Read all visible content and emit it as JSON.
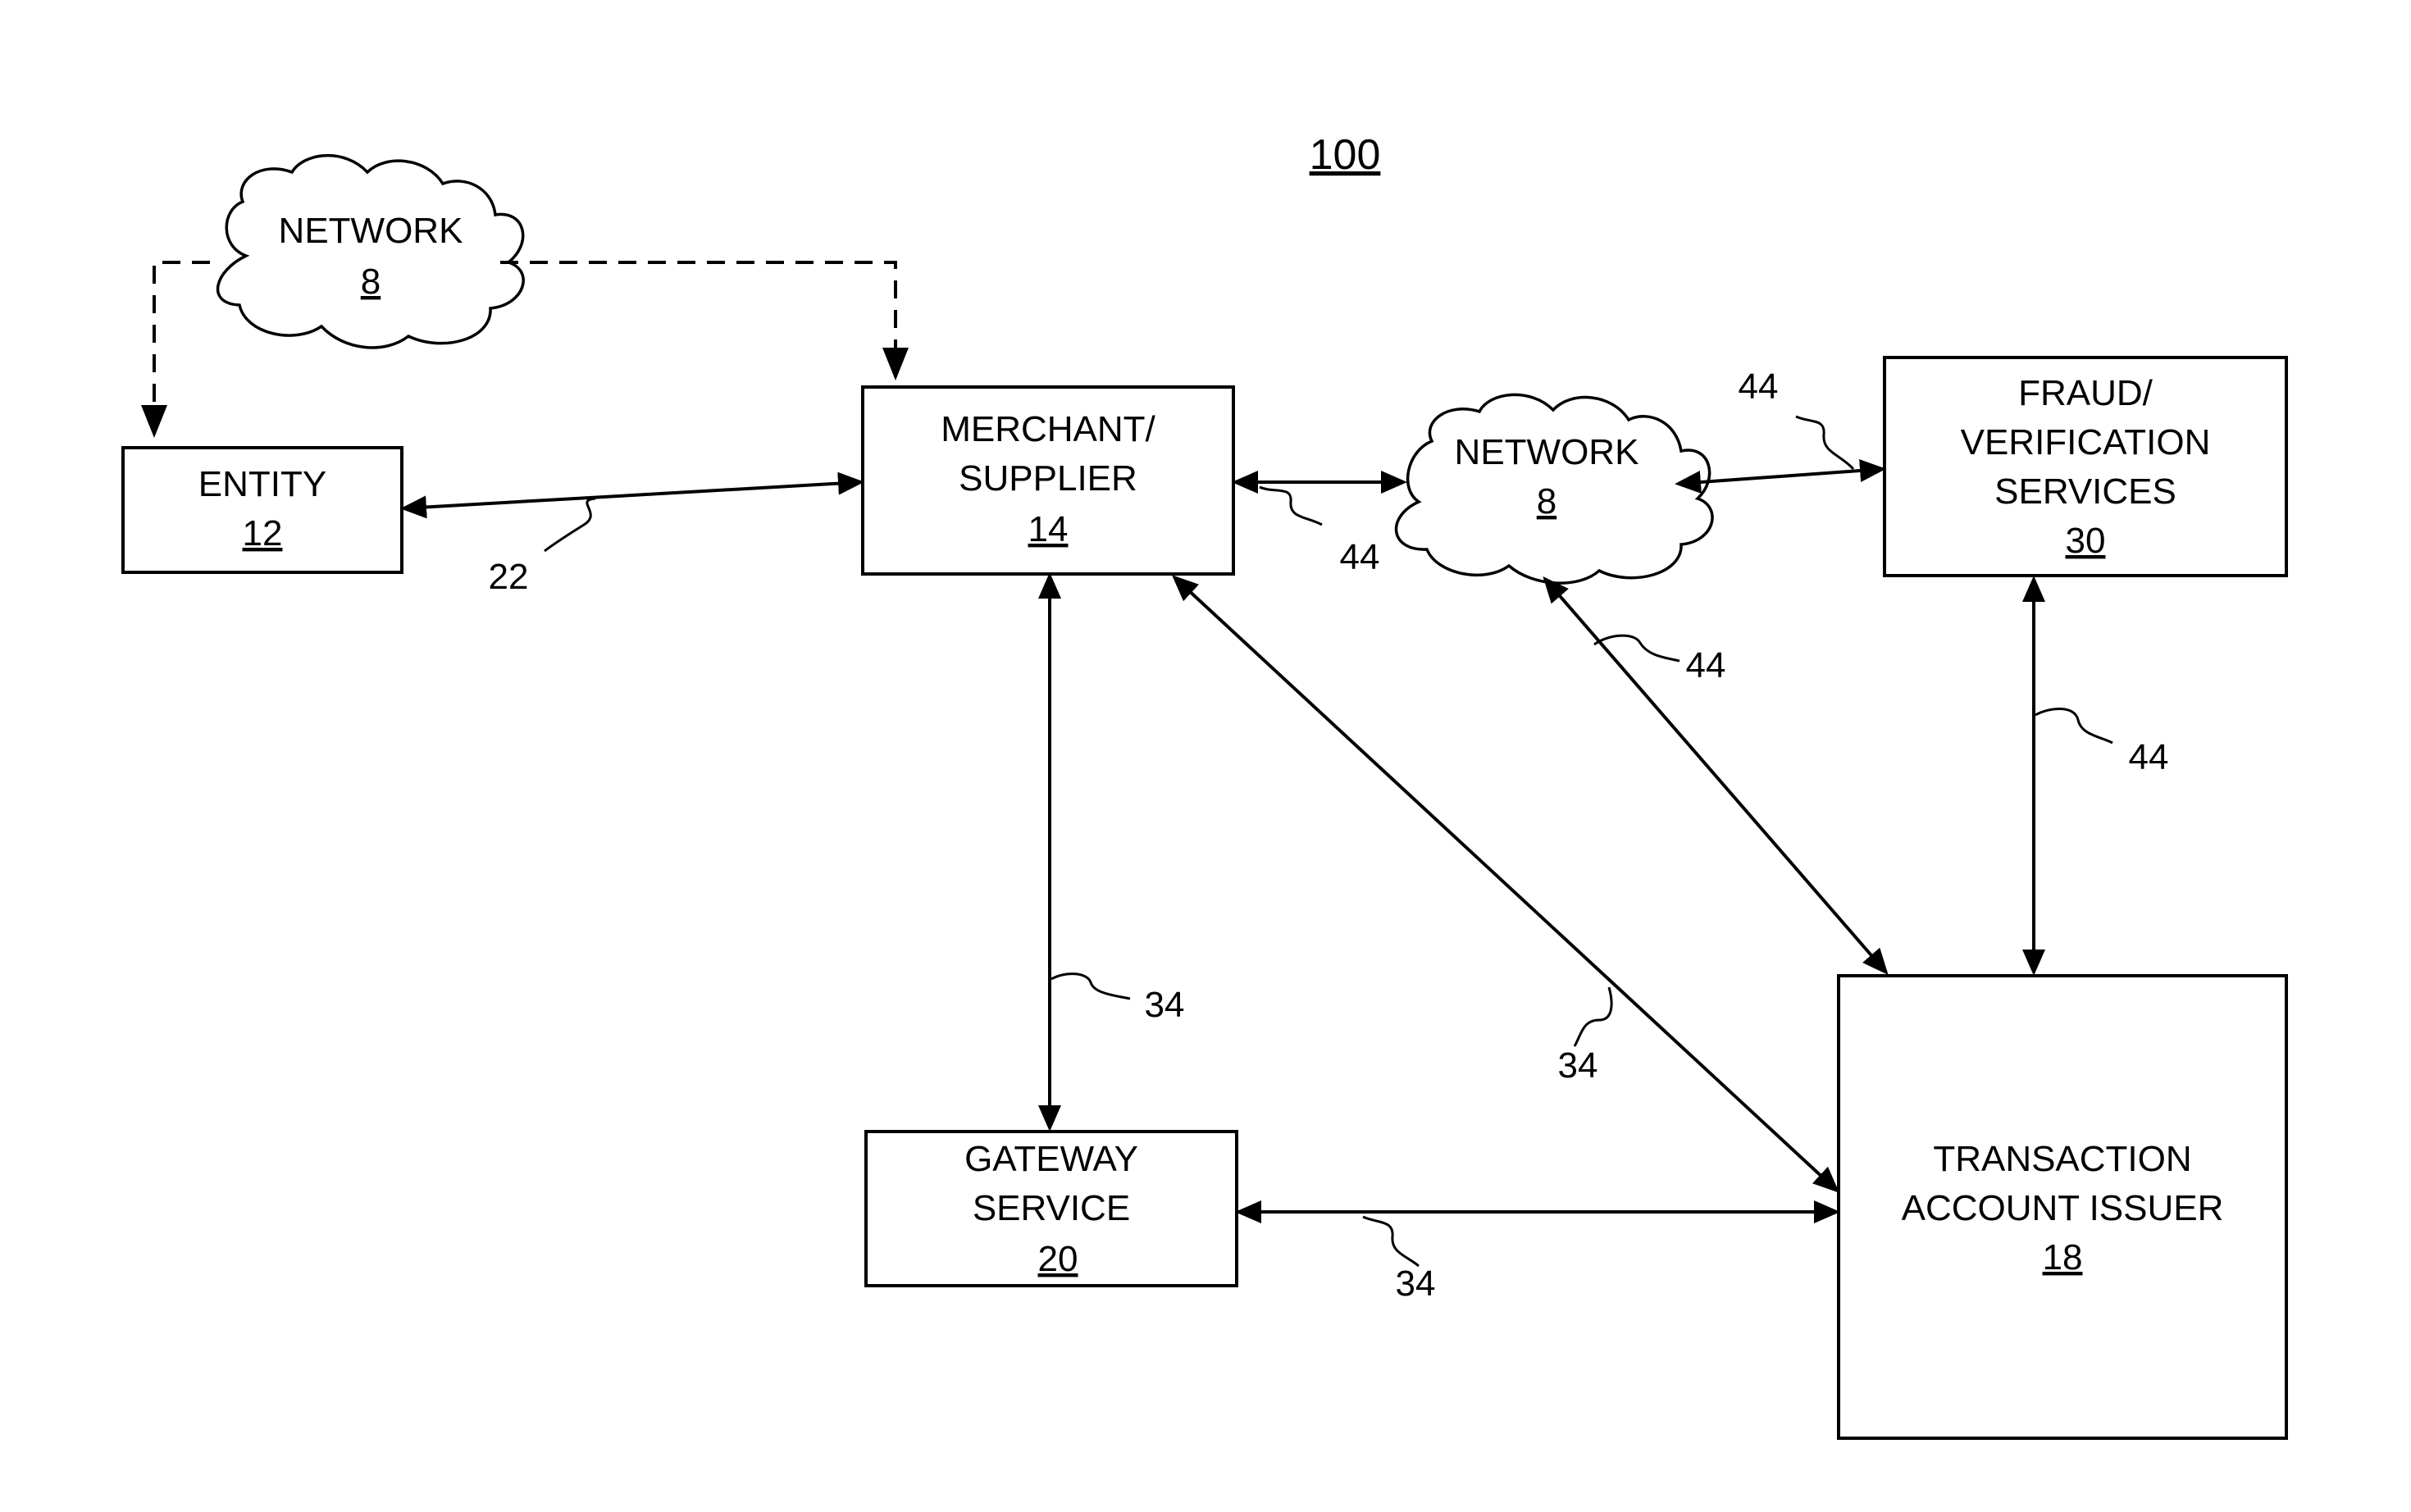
{
  "figure_number": "100",
  "nodes": {
    "network_top": {
      "line1": "NETWORK",
      "ref": "8"
    },
    "entity": {
      "line1": "ENTITY",
      "ref": "12"
    },
    "merchant": {
      "line1": "MERCHANT/",
      "line2": "SUPPLIER",
      "ref": "14"
    },
    "network_mid": {
      "line1": "NETWORK",
      "ref": "8"
    },
    "fraud": {
      "line1": "FRAUD/",
      "line2": "VERIFICATION",
      "line3": "SERVICES",
      "ref": "30"
    },
    "gateway": {
      "line1": "GATEWAY",
      "line2": "SERVICE",
      "ref": "20"
    },
    "issuer": {
      "line1": "TRANSACTION",
      "line2": "ACCOUNT ISSUER",
      "ref": "18"
    }
  },
  "connection_labels": {
    "entity_merchant": "22",
    "merchant_network": "44",
    "network_fraud": "44",
    "network_issuer": "44",
    "fraud_issuer": "44",
    "merchant_gateway": "34",
    "merchant_issuer": "34",
    "gateway_issuer": "34"
  }
}
